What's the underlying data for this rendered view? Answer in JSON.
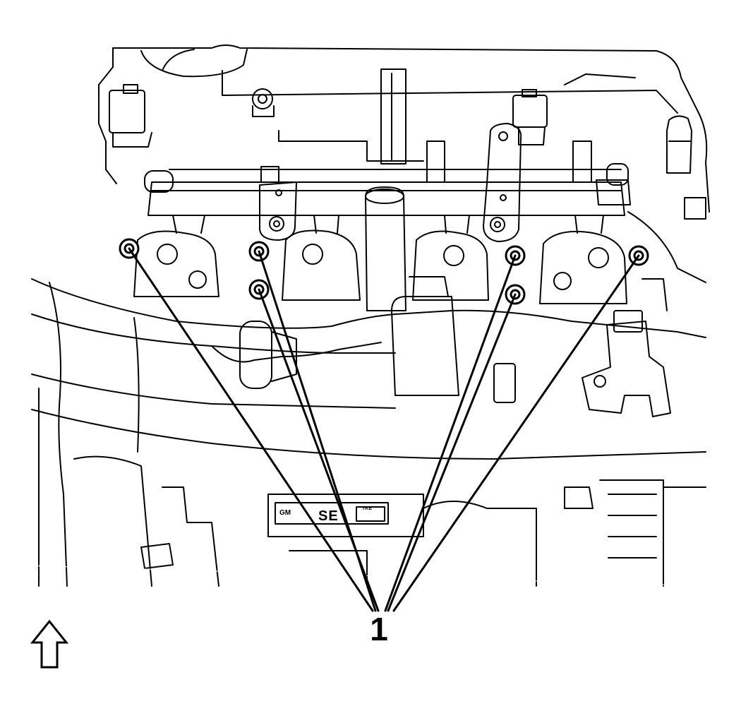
{
  "figure": {
    "callout_label": "1",
    "plate": {
      "brand": "GM",
      "text": "SE",
      "code": "ΤΚΕ"
    },
    "orientation_arrow": "up-arrow-icon",
    "colors": {
      "line": "#000000",
      "background": "#ffffff"
    }
  }
}
